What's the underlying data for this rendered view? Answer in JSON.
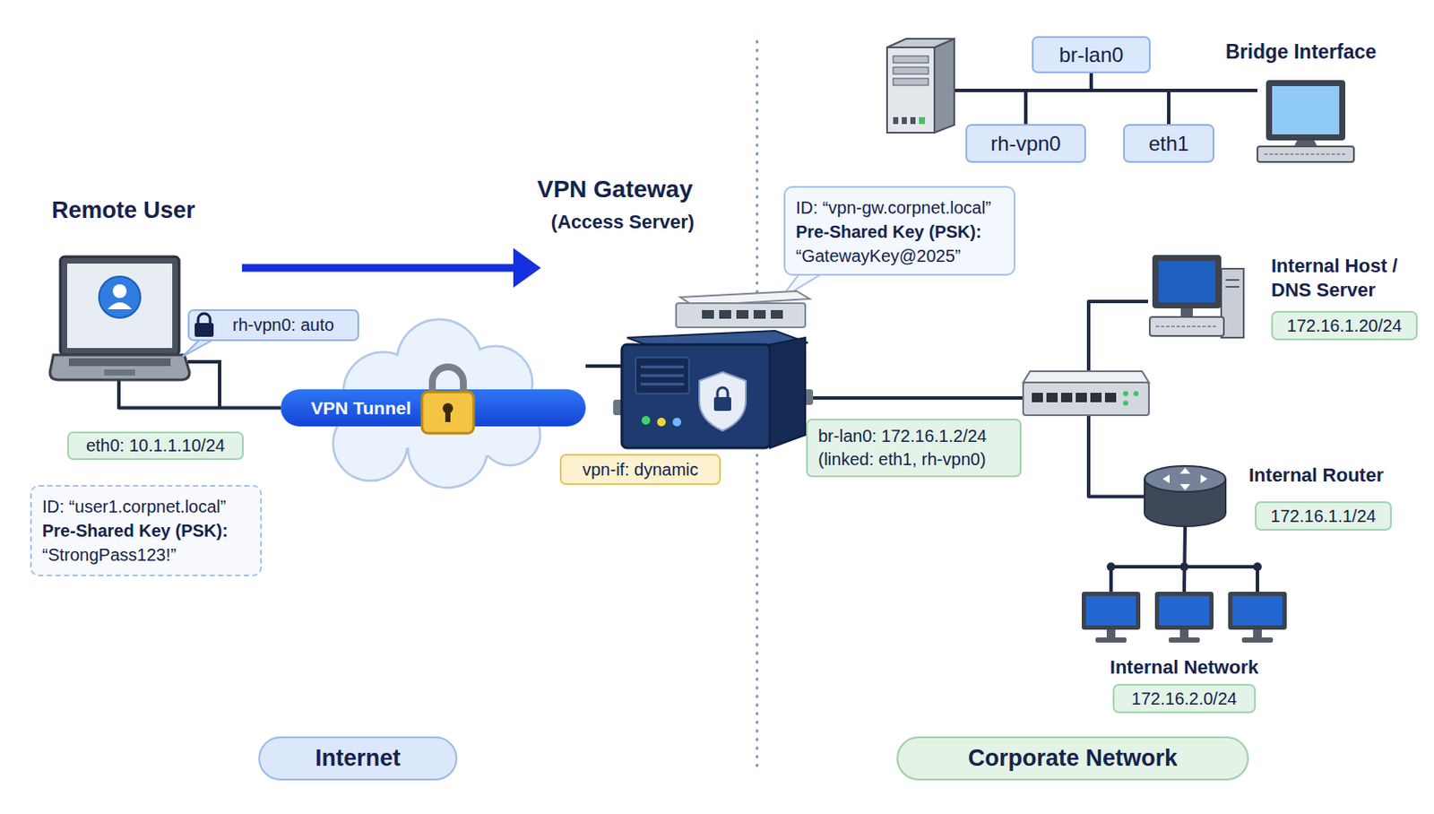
{
  "diagram": {
    "nodes": [
      {
        "text": [
          "Remote User"
        ]
      },
      {
        "text": [
          "rh-vpn0: auto"
        ]
      },
      {
        "text": [
          "eth0: 10.1.1.10/24"
        ]
      },
      {
        "text": [
          "ID: “user1.corpnet.local”",
          "Pre-Shared Key (PSK):",
          "“StrongPass123!”"
        ]
      },
      {
        "text": [
          "VPN Tunnel"
        ]
      },
      {
        "text": [
          "VPN Gateway",
          "(Access Server)"
        ]
      },
      {
        "text": [
          "ID: “vpn-gw.corpnet.local”",
          "Pre-Shared Key (PSK):",
          "“GatewayKey@2025”"
        ]
      },
      {
        "text": [
          "vpn-if: dynamic"
        ]
      },
      {
        "text": [
          "br-lan0: 172.16.1.2/24 (linked: eth1, rh-vpn0)"
        ]
      },
      {
        "text": [
          "br-lan0"
        ]
      },
      {
        "text": [
          "rh-vpn0"
        ]
      },
      {
        "text": [
          "eth1"
        ]
      },
      {
        "text": [
          "Bridge Interface"
        ]
      },
      {
        "text": [
          "Internal Host / DNS Server"
        ]
      },
      {
        "text": [
          "172.16.1.20/24"
        ]
      },
      {
        "text": [
          "Internal Router"
        ]
      },
      {
        "text": [
          "172.16.1.1/24"
        ]
      },
      {
        "text": [
          "Internal Network"
        ]
      },
      {
        "text": [
          "172.16.2.0/24"
        ]
      },
      {
        "text": [
          "Internet"
        ]
      },
      {
        "text": [
          "Corporate Network"
        ]
      }
    ],
    "edges": [
      {
        "from": 0,
        "to": 4,
        "arrow": "none"
      },
      {
        "from": 4,
        "to": 5,
        "arrow": "none"
      },
      {
        "from": 5,
        "to": 13,
        "arrow": "none"
      },
      {
        "from": 5,
        "to": 15,
        "arrow": "none"
      },
      {
        "from": 15,
        "to": 17,
        "arrow": "none"
      },
      {
        "from": 10,
        "to": 9,
        "arrow": "none"
      },
      {
        "from": 11,
        "to": 9,
        "arrow": "none"
      },
      {
        "from": 9,
        "to": 12,
        "arrow": "none"
      }
    ]
  }
}
